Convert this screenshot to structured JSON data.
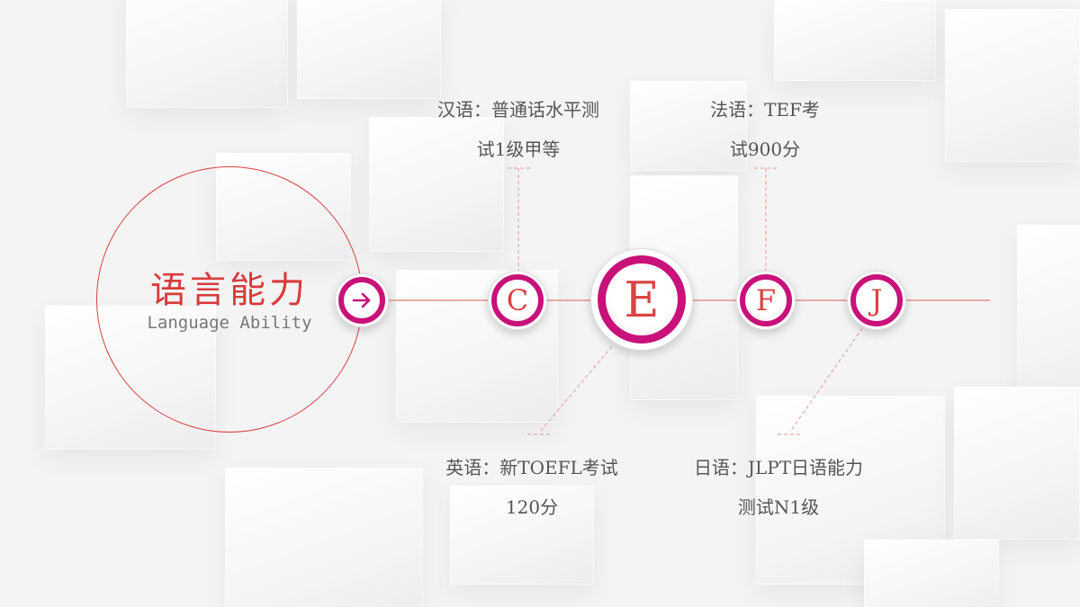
{
  "title": {
    "cn": "语言能力",
    "en": "Language Ability"
  },
  "nodes": {
    "c": "C",
    "e": "E",
    "f": "F",
    "j": "J"
  },
  "labels": {
    "chinese": {
      "line1": "汉语：普通话水平测",
      "line2": "试1级甲等"
    },
    "french": {
      "line1": "法语：TEF考",
      "line2": "试900分"
    },
    "english": {
      "line1": "英语：新TOEFL考试",
      "line2": "120分"
    },
    "japanese": {
      "line1": "日语：JLPT日语能力",
      "line2": "测试N1级"
    }
  },
  "colors": {
    "accent_red": "#d93b3b",
    "node_ring": "#c8127a",
    "timeline": "#e8aaa6",
    "text_gray": "#555555"
  },
  "icons": {
    "arrow": "arrow-right-icon"
  }
}
